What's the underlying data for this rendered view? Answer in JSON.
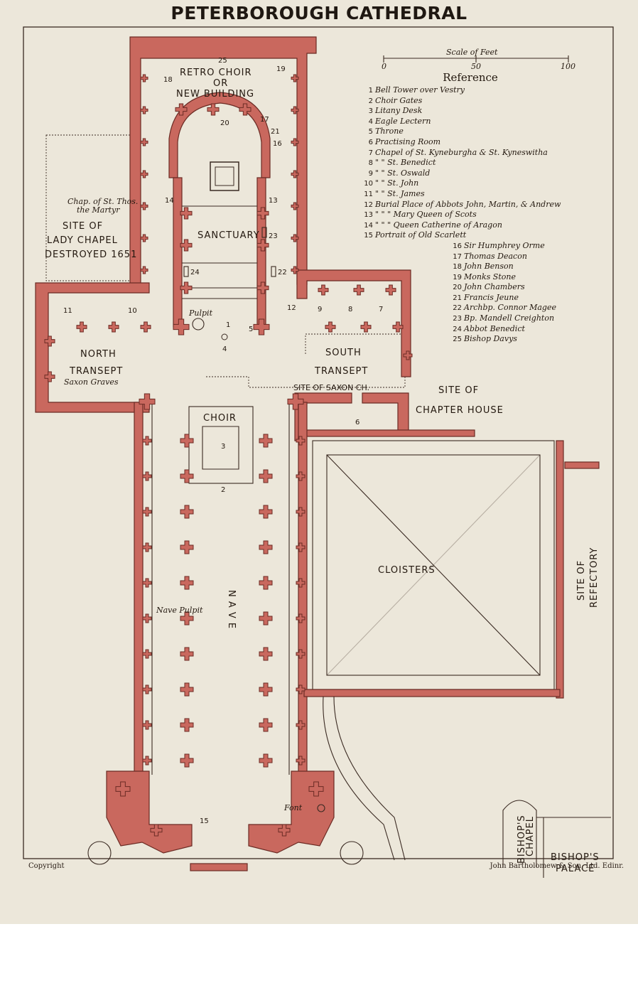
{
  "title": "PETERBOROUGH CATHEDRAL",
  "scale": {
    "caption": "Scale of Feet",
    "ticks": [
      "0",
      "50",
      "100"
    ]
  },
  "reference": {
    "heading": "Reference",
    "items": [
      {
        "n": "1",
        "text": "Bell Tower over Vestry"
      },
      {
        "n": "2",
        "text": "Choir Gates"
      },
      {
        "n": "3",
        "text": "Litany Desk"
      },
      {
        "n": "4",
        "text": "Eagle Lectern"
      },
      {
        "n": "5",
        "text": "Throne"
      },
      {
        "n": "6",
        "text": "Practising Room"
      },
      {
        "n": "7",
        "text": "Chapel of St. Kyneburgha & St. Kyneswitha"
      },
      {
        "n": "8",
        "text": "\" \" St. Benedict"
      },
      {
        "n": "9",
        "text": "\" \" St. Oswald"
      },
      {
        "n": "10",
        "text": "\" \" St. John"
      },
      {
        "n": "11",
        "text": "\" \" St. James"
      },
      {
        "n": "12",
        "text": "Burial Place of Abbots John, Martin, & Andrew"
      },
      {
        "n": "13",
        "text": "\" \" \" Mary Queen of Scots"
      },
      {
        "n": "14",
        "text": "\" \" \" Queen Catherine of Aragon"
      },
      {
        "n": "15",
        "text": "Portrait of Old Scarlett"
      },
      {
        "n": "16",
        "text": "Sir Humphrey Orme"
      },
      {
        "n": "17",
        "text": "Thomas Deacon"
      },
      {
        "n": "18",
        "text": "John Benson"
      },
      {
        "n": "19",
        "text": "Monks Stone"
      },
      {
        "n": "20",
        "text": "John Chambers"
      },
      {
        "n": "21",
        "text": "Francis Jeune"
      },
      {
        "n": "22",
        "text": "Archbp. Connor Magee"
      },
      {
        "n": "23",
        "text": "Bp. Mandell Creighton"
      },
      {
        "n": "24",
        "text": "Abbot Benedict"
      },
      {
        "n": "25",
        "text": "Bishop Davys"
      }
    ]
  },
  "labels": {
    "retro_choir": [
      "RETRO CHOIR",
      "OR",
      "NEW BUILDING"
    ],
    "chap_st_thomas": [
      "Chap. of St. Thos.",
      "the Martyr"
    ],
    "lady_chapel": [
      "SITE OF",
      "LADY CHAPEL",
      "DESTROYED 1651"
    ],
    "sanctuary": "SANCTUARY",
    "pulpit": "Pulpit",
    "north_transept": [
      "NORTH",
      "TRANSEPT"
    ],
    "saxon_graves": "Saxon Graves",
    "south_transept": [
      "SOUTH",
      "TRANSEPT"
    ],
    "site_saxon_church": "SITE OF SAXON CH.",
    "chapter_house": [
      "SITE OF",
      "CHAPTER HOUSE"
    ],
    "choir": "CHOIR",
    "cloisters": "CLOISTERS",
    "refectory": [
      "SITE OF",
      "REFECTORY"
    ],
    "nave_pulpit": "Nave Pulpit",
    "nave": "N A V E",
    "font": "Font",
    "bishops_chapel": [
      "BISHOP'S",
      "CHAPEL"
    ],
    "bishops_palace": [
      "BISHOP'S",
      "PALACE"
    ]
  },
  "plan_numbers": [
    "1",
    "2",
    "3",
    "4",
    "5",
    "6",
    "7",
    "8",
    "9",
    "10",
    "11",
    "12",
    "13",
    "14",
    "15",
    "16",
    "17",
    "18",
    "19",
    "20",
    "21",
    "22",
    "23",
    "24",
    "25"
  ],
  "footer": {
    "copyright": "Copyright",
    "publisher": "John Bartholomew & Son, Ltd. Edinr."
  },
  "colors": {
    "paper": "#ece7da",
    "masonry": "#c9685e",
    "ink": "#23180f"
  }
}
